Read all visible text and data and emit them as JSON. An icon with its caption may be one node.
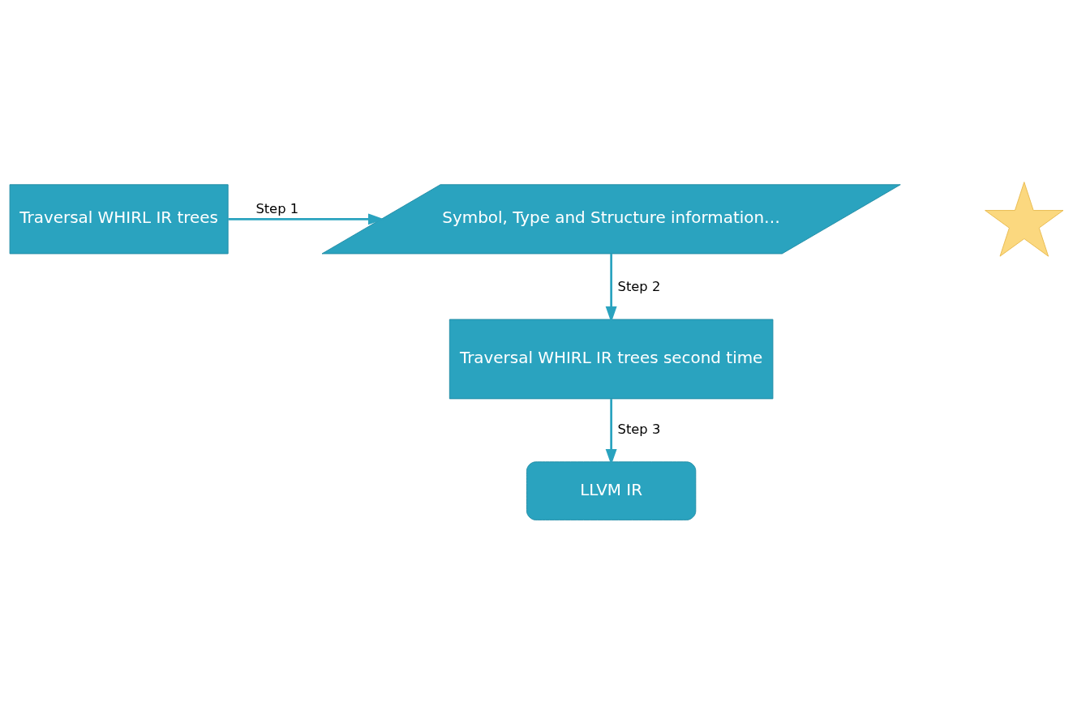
{
  "diagram": {
    "nodes": [
      {
        "text": [
          "Traversal WHIRL IR trees"
        ]
      },
      {
        "text": [
          "Symbol, Type and Structure information…"
        ]
      },
      {
        "text": [],
        "shape": "star"
      },
      {
        "text": [
          "Traversal WHIRL IR trees second time"
        ]
      },
      {
        "text": [
          "LLVM IR"
        ]
      }
    ],
    "edges": [
      {
        "from": 0,
        "to": 1,
        "arrow": "to",
        "label": "Step 1"
      },
      {
        "from": 1,
        "to": 3,
        "arrow": "to",
        "label": "Step 2"
      },
      {
        "from": 3,
        "to": 4,
        "arrow": "to",
        "label": "Step 3"
      }
    ]
  }
}
